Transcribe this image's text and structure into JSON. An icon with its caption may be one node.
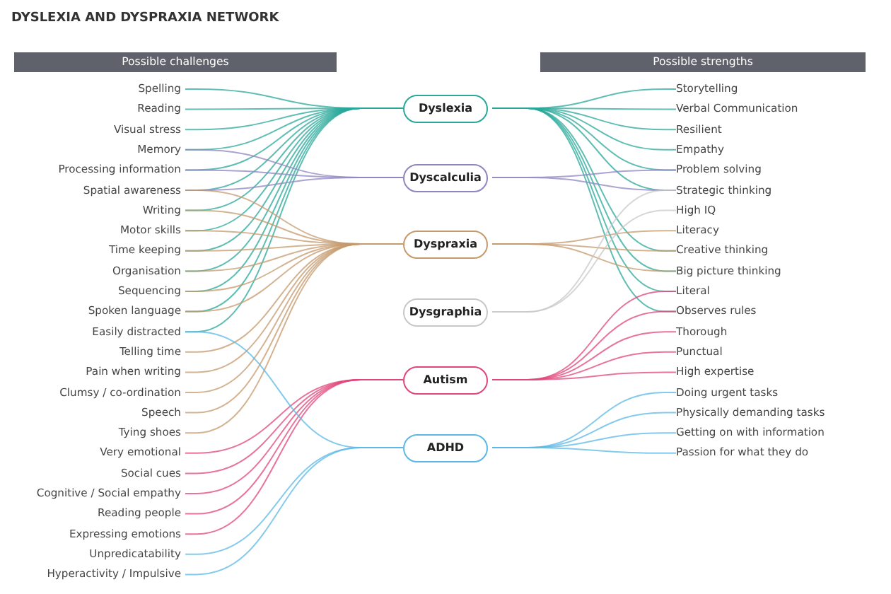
{
  "diagram": {
    "title": "DYSLEXIA AND DYSPRAXIA NETWORK",
    "nodes": [
      {
        "text": [
          "Possible challenges"
        ]
      },
      {
        "text": [
          "Possible strengths"
        ]
      },
      {
        "text": [
          "Spelling"
        ]
      },
      {
        "text": [
          "Reading"
        ]
      },
      {
        "text": [
          "Visual stress"
        ]
      },
      {
        "text": [
          "Memory"
        ]
      },
      {
        "text": [
          "Processing information"
        ]
      },
      {
        "text": [
          "Spatial awareness"
        ]
      },
      {
        "text": [
          "Writing"
        ]
      },
      {
        "text": [
          "Motor skills"
        ]
      },
      {
        "text": [
          "Time keeping"
        ]
      },
      {
        "text": [
          "Organisation"
        ]
      },
      {
        "text": [
          "Sequencing"
        ]
      },
      {
        "text": [
          "Spoken language"
        ]
      },
      {
        "text": [
          "Easily distracted"
        ]
      },
      {
        "text": [
          "Telling time"
        ]
      },
      {
        "text": [
          "Pain when writing"
        ]
      },
      {
        "text": [
          "Clumsy / co-ordination"
        ]
      },
      {
        "text": [
          "Speech"
        ]
      },
      {
        "text": [
          "Tying shoes"
        ]
      },
      {
        "text": [
          "Very emotional"
        ]
      },
      {
        "text": [
          "Social cues"
        ]
      },
      {
        "text": [
          "Cognitive / Social empathy"
        ]
      },
      {
        "text": [
          "Reading people"
        ]
      },
      {
        "text": [
          "Expressing emotions"
        ]
      },
      {
        "text": [
          "Unpredicatability"
        ]
      },
      {
        "text": [
          "Hyperactivity / Impulsive"
        ]
      },
      {
        "text": [
          "Dyslexia"
        ]
      },
      {
        "text": [
          "Dyscalculia"
        ]
      },
      {
        "text": [
          "Dyspraxia"
        ]
      },
      {
        "text": [
          "Dysgraphia"
        ]
      },
      {
        "text": [
          "Autism"
        ]
      },
      {
        "text": [
          "ADHD"
        ]
      },
      {
        "text": [
          "Storytelling"
        ]
      },
      {
        "text": [
          "Verbal Communication"
        ]
      },
      {
        "text": [
          "Resilient"
        ]
      },
      {
        "text": [
          "Empathy"
        ]
      },
      {
        "text": [
          "Problem solving"
        ]
      },
      {
        "text": [
          "Strategic thinking"
        ]
      },
      {
        "text": [
          "High IQ"
        ]
      },
      {
        "text": [
          "Literacy"
        ]
      },
      {
        "text": [
          "Creative thinking"
        ]
      },
      {
        "text": [
          "Big picture thinking"
        ]
      },
      {
        "text": [
          "Literal"
        ]
      },
      {
        "text": [
          "Observes rules"
        ]
      },
      {
        "text": [
          "Thorough"
        ]
      },
      {
        "text": [
          "Punctual"
        ]
      },
      {
        "text": [
          "High expertise"
        ]
      },
      {
        "text": [
          "Doing urgent tasks"
        ]
      },
      {
        "text": [
          "Physically demanding tasks"
        ]
      },
      {
        "text": [
          "Getting on with information"
        ]
      },
      {
        "text": [
          "Passion for what they do"
        ]
      }
    ],
    "edges": [
      {
        "from": 2,
        "to": 27,
        "arrow": "none",
        "color": "#2aa89a"
      },
      {
        "from": 3,
        "to": 27,
        "arrow": "none",
        "color": "#2aa89a"
      },
      {
        "from": 4,
        "to": 27,
        "arrow": "none",
        "color": "#2aa89a"
      },
      {
        "from": 5,
        "to": 27,
        "arrow": "none",
        "color": "#2aa89a"
      },
      {
        "from": 6,
        "to": 27,
        "arrow": "none",
        "color": "#2aa89a"
      },
      {
        "from": 7,
        "to": 27,
        "arrow": "none",
        "color": "#2aa89a"
      },
      {
        "from": 8,
        "to": 27,
        "arrow": "none",
        "color": "#2aa89a"
      },
      {
        "from": 9,
        "to": 27,
        "arrow": "none",
        "color": "#2aa89a"
      },
      {
        "from": 10,
        "to": 27,
        "arrow": "none",
        "color": "#2aa89a"
      },
      {
        "from": 11,
        "to": 27,
        "arrow": "none",
        "color": "#2aa89a"
      },
      {
        "from": 12,
        "to": 27,
        "arrow": "none",
        "color": "#2aa89a"
      },
      {
        "from": 13,
        "to": 27,
        "arrow": "none",
        "color": "#2aa89a"
      },
      {
        "from": 14,
        "to": 27,
        "arrow": "none",
        "color": "#2aa89a"
      },
      {
        "from": 5,
        "to": 28,
        "arrow": "none",
        "color": "#8f86c0"
      },
      {
        "from": 6,
        "to": 28,
        "arrow": "none",
        "color": "#8f86c0"
      },
      {
        "from": 7,
        "to": 28,
        "arrow": "none",
        "color": "#8f86c0"
      },
      {
        "from": 7,
        "to": 29,
        "arrow": "none",
        "color": "#c49a6c"
      },
      {
        "from": 8,
        "to": 29,
        "arrow": "none",
        "color": "#c49a6c"
      },
      {
        "from": 9,
        "to": 29,
        "arrow": "none",
        "color": "#c49a6c"
      },
      {
        "from": 10,
        "to": 29,
        "arrow": "none",
        "color": "#c49a6c"
      },
      {
        "from": 11,
        "to": 29,
        "arrow": "none",
        "color": "#c49a6c"
      },
      {
        "from": 12,
        "to": 29,
        "arrow": "none",
        "color": "#c49a6c"
      },
      {
        "from": 13,
        "to": 29,
        "arrow": "none",
        "color": "#c49a6c"
      },
      {
        "from": 15,
        "to": 29,
        "arrow": "none",
        "color": "#c49a6c"
      },
      {
        "from": 16,
        "to": 29,
        "arrow": "none",
        "color": "#c49a6c"
      },
      {
        "from": 17,
        "to": 29,
        "arrow": "none",
        "color": "#c49a6c"
      },
      {
        "from": 18,
        "to": 29,
        "arrow": "none",
        "color": "#c49a6c"
      },
      {
        "from": 19,
        "to": 29,
        "arrow": "none",
        "color": "#c49a6c"
      },
      {
        "from": 20,
        "to": 31,
        "arrow": "none",
        "color": "#e0457b"
      },
      {
        "from": 21,
        "to": 31,
        "arrow": "none",
        "color": "#e0457b"
      },
      {
        "from": 22,
        "to": 31,
        "arrow": "none",
        "color": "#e0457b"
      },
      {
        "from": 23,
        "to": 31,
        "arrow": "none",
        "color": "#e0457b"
      },
      {
        "from": 24,
        "to": 31,
        "arrow": "none",
        "color": "#e0457b"
      },
      {
        "from": 14,
        "to": 32,
        "arrow": "none",
        "color": "#5bb8e6"
      },
      {
        "from": 25,
        "to": 32,
        "arrow": "none",
        "color": "#5bb8e6"
      },
      {
        "from": 26,
        "to": 32,
        "arrow": "none",
        "color": "#5bb8e6"
      },
      {
        "from": 27,
        "to": 33,
        "arrow": "none",
        "color": "#2aa89a"
      },
      {
        "from": 27,
        "to": 34,
        "arrow": "none",
        "color": "#2aa89a"
      },
      {
        "from": 27,
        "to": 35,
        "arrow": "none",
        "color": "#2aa89a"
      },
      {
        "from": 27,
        "to": 36,
        "arrow": "none",
        "color": "#2aa89a"
      },
      {
        "from": 27,
        "to": 37,
        "arrow": "none",
        "color": "#2aa89a"
      },
      {
        "from": 27,
        "to": 38,
        "arrow": "none",
        "color": "#2aa89a"
      },
      {
        "from": 27,
        "to": 41,
        "arrow": "none",
        "color": "#2aa89a"
      },
      {
        "from": 27,
        "to": 42,
        "arrow": "none",
        "color": "#2aa89a"
      },
      {
        "from": 27,
        "to": 43,
        "arrow": "none",
        "color": "#2aa89a"
      },
      {
        "from": 27,
        "to": 44,
        "arrow": "none",
        "color": "#2aa89a"
      },
      {
        "from": 28,
        "to": 37,
        "arrow": "none",
        "color": "#8f86c0"
      },
      {
        "from": 28,
        "to": 38,
        "arrow": "none",
        "color": "#8f86c0"
      },
      {
        "from": 29,
        "to": 40,
        "arrow": "none",
        "color": "#c49a6c"
      },
      {
        "from": 29,
        "to": 41,
        "arrow": "none",
        "color": "#c49a6c"
      },
      {
        "from": 29,
        "to": 42,
        "arrow": "none",
        "color": "#c49a6c"
      },
      {
        "from": 30,
        "to": 38,
        "arrow": "none",
        "color": "#c8c8c8"
      },
      {
        "from": 30,
        "to": 39,
        "arrow": "none",
        "color": "#c8c8c8"
      },
      {
        "from": 31,
        "to": 43,
        "arrow": "none",
        "color": "#e0457b"
      },
      {
        "from": 31,
        "to": 44,
        "arrow": "none",
        "color": "#e0457b"
      },
      {
        "from": 31,
        "to": 45,
        "arrow": "none",
        "color": "#e0457b"
      },
      {
        "from": 31,
        "to": 46,
        "arrow": "none",
        "color": "#e0457b"
      },
      {
        "from": 31,
        "to": 47,
        "arrow": "none",
        "color": "#e0457b"
      },
      {
        "from": 32,
        "to": 48,
        "arrow": "none",
        "color": "#5bb8e6"
      },
      {
        "from": 32,
        "to": 49,
        "arrow": "none",
        "color": "#5bb8e6"
      },
      {
        "from": 32,
        "to": 50,
        "arrow": "none",
        "color": "#5bb8e6"
      },
      {
        "from": 32,
        "to": 51,
        "arrow": "none",
        "color": "#5bb8e6"
      }
    ]
  }
}
